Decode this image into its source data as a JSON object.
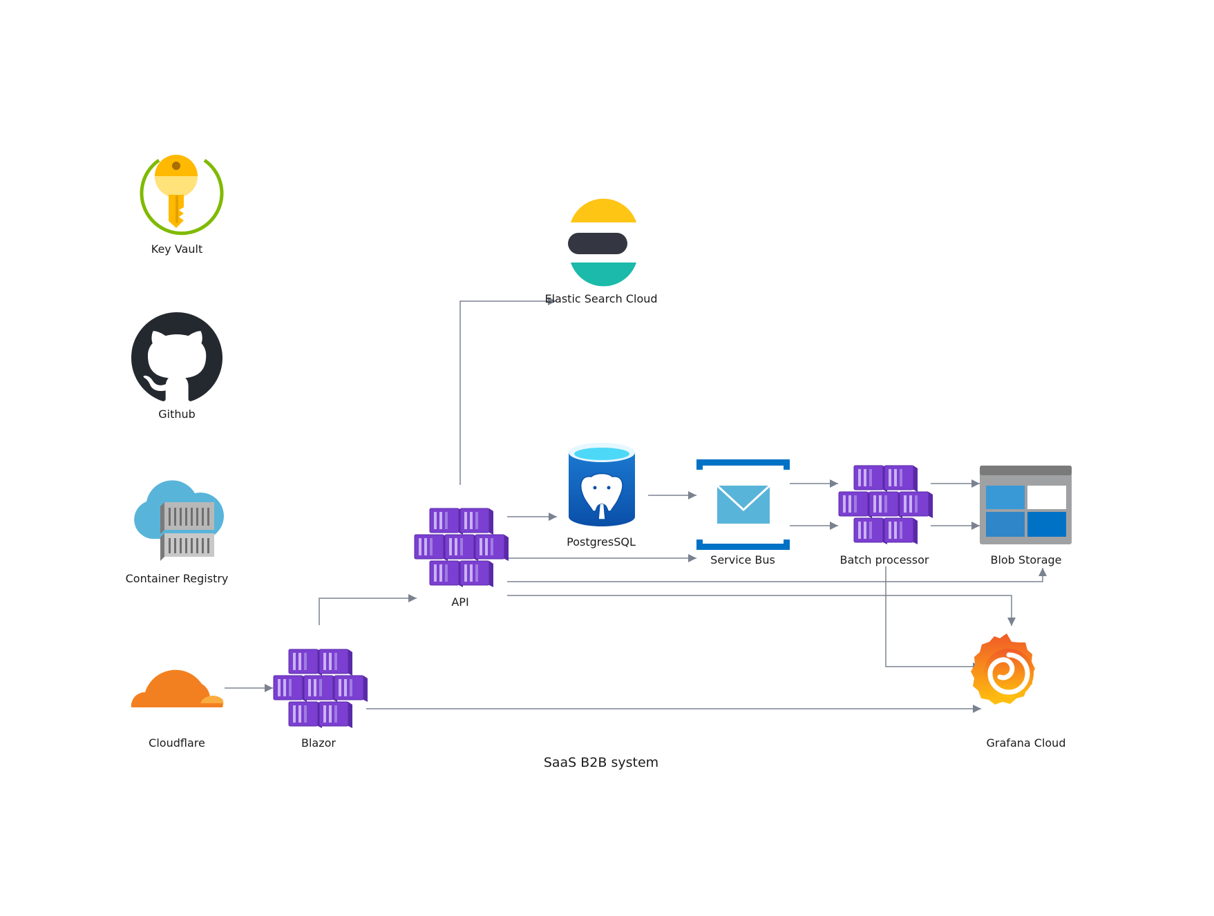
{
  "diagram": {
    "caption": "SaaS B2B system",
    "nodes": {
      "key_vault": {
        "label": "Key Vault",
        "icon": "key-vault-icon"
      },
      "github": {
        "label": "Github",
        "icon": "github-icon"
      },
      "container_registry": {
        "label": "Container Registry",
        "icon": "container-registry-icon"
      },
      "cloudflare": {
        "label": "Cloudflare",
        "icon": "cloudflare-icon"
      },
      "blazor": {
        "label": "Blazor",
        "icon": "container-apps-icon"
      },
      "api": {
        "label": "API",
        "icon": "container-apps-icon"
      },
      "elastic": {
        "label": "Elastic Search Cloud",
        "icon": "elastic-icon"
      },
      "postgres": {
        "label": "PostgresSQL",
        "icon": "postgresql-icon"
      },
      "service_bus": {
        "label": "Service Bus",
        "icon": "service-bus-icon"
      },
      "batch": {
        "label": "Batch processor",
        "icon": "container-apps-icon"
      },
      "blob": {
        "label": "Blob Storage",
        "icon": "blob-storage-icon"
      },
      "grafana": {
        "label": "Grafana Cloud",
        "icon": "grafana-icon"
      }
    },
    "edges": [
      {
        "from": "cloudflare",
        "to": "blazor"
      },
      {
        "from": "blazor",
        "to": "api"
      },
      {
        "from": "blazor",
        "to": "grafana"
      },
      {
        "from": "api",
        "to": "elastic"
      },
      {
        "from": "api",
        "to": "postgres"
      },
      {
        "from": "api",
        "to": "service_bus"
      },
      {
        "from": "api",
        "to": "blob"
      },
      {
        "from": "api",
        "to": "grafana"
      },
      {
        "from": "postgres",
        "to": "service_bus"
      },
      {
        "from": "service_bus",
        "to": "batch"
      },
      {
        "from": "batch",
        "to": "blob"
      },
      {
        "from": "batch",
        "to": "grafana"
      }
    ],
    "colors": {
      "edge": "#7a8290",
      "container_purple": "#7B3FD1",
      "cloudflare_orange": "#F38020",
      "azure_blue": "#0072C6"
    }
  }
}
